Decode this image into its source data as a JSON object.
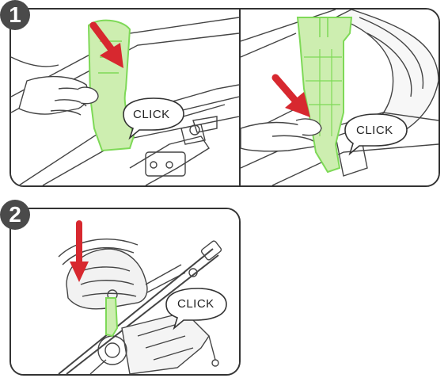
{
  "steps": [
    {
      "number": "1"
    },
    {
      "number": "2"
    }
  ],
  "callouts": {
    "click_label": "CLICK"
  },
  "colors": {
    "part_fill": "#cdeeb0",
    "part_stroke": "#7ed957",
    "arrow": "#d7282f",
    "outline": "#333333",
    "badge": "#4a4a4a"
  }
}
